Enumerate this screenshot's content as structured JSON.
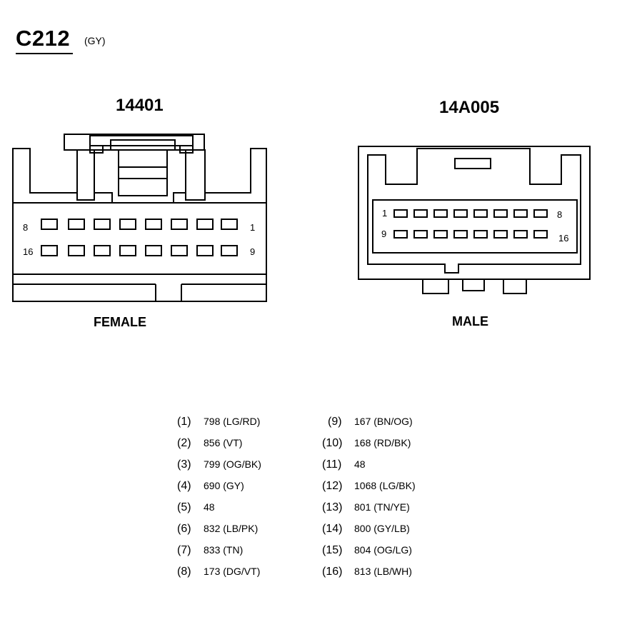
{
  "header": {
    "connector_id": "C212",
    "color_code": "(GY)"
  },
  "female": {
    "part_number": "14401",
    "label": "FEMALE",
    "pin_labels": {
      "top_left": "8",
      "top_right": "1",
      "bottom_left": "16",
      "bottom_right": "9"
    }
  },
  "male": {
    "part_number": "14A005",
    "label": "MALE",
    "pin_labels": {
      "top_left": "1",
      "top_right": "8",
      "bottom_left": "9",
      "bottom_right": "16"
    }
  },
  "pin_table": {
    "left": [
      {
        "pin": "(1)",
        "circuit": "798 (LG/RD)"
      },
      {
        "pin": "(2)",
        "circuit": "856 (VT)"
      },
      {
        "pin": "(3)",
        "circuit": "799 (OG/BK)"
      },
      {
        "pin": "(4)",
        "circuit": "690 (GY)"
      },
      {
        "pin": "(5)",
        "circuit": "48"
      },
      {
        "pin": "(6)",
        "circuit": "832 (LB/PK)"
      },
      {
        "pin": "(7)",
        "circuit": "833 (TN)"
      },
      {
        "pin": "(8)",
        "circuit": "173 (DG/VT)"
      }
    ],
    "right": [
      {
        "pin": "(9)",
        "circuit": "167 (BN/OG)"
      },
      {
        "pin": "(10)",
        "circuit": "168 (RD/BK)"
      },
      {
        "pin": "(11)",
        "circuit": "48"
      },
      {
        "pin": "(12)",
        "circuit": "1068 (LG/BK)"
      },
      {
        "pin": "(13)",
        "circuit": "801 (TN/YE)"
      },
      {
        "pin": "(14)",
        "circuit": "800 (GY/LB)"
      },
      {
        "pin": "(15)",
        "circuit": "804 (OG/LG)"
      },
      {
        "pin": "(16)",
        "circuit": "813 (LB/WH)"
      }
    ]
  }
}
